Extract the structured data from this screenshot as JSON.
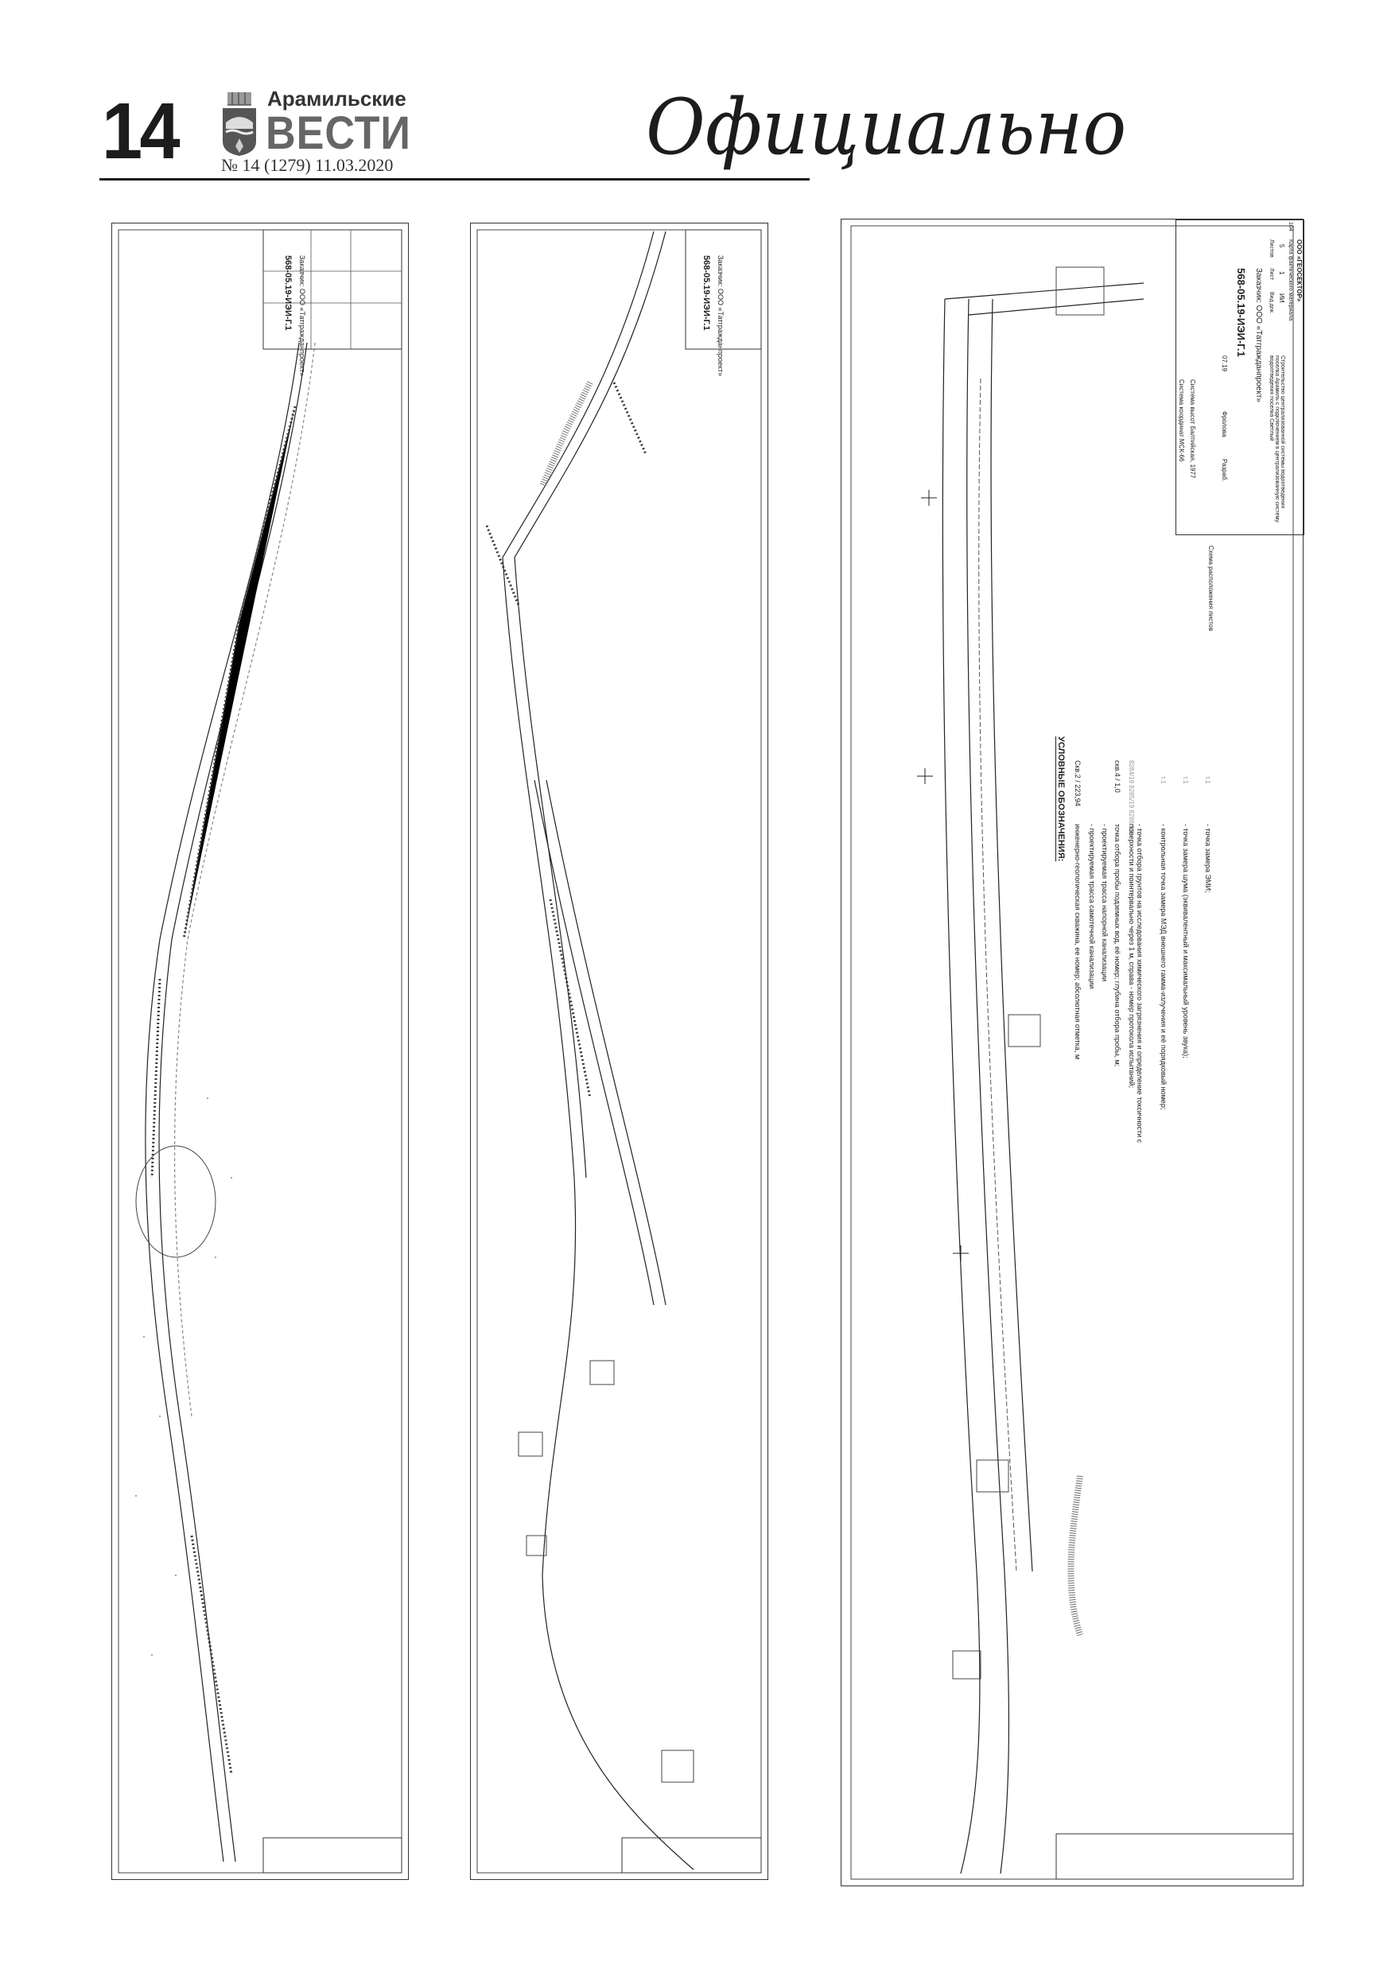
{
  "header": {
    "page_number": "14",
    "logo_top": "Арамильские",
    "logo_main": "ВЕСТИ",
    "issue": "№ 14 (1279) 11.03.2020",
    "section": "Официально"
  },
  "panels": [
    {
      "sheet_label": "568-05.19-ИЭИ-Г.1",
      "customer": "Заказчик: ООО «Татгражданпроект»"
    },
    {
      "sheet_label": "568-05.19-ИЭИ-Г.1",
      "customer": "Заказчик: ООО «Татгражданпроект»"
    },
    {
      "sheet_code": "568-05.19-ИЭИ-Г.1",
      "customer": "Заказчик: ООО «Татгражданпроект»",
      "sheet_number": "104",
      "coord_system": "Система координат МСК-66",
      "height_system": "Система высот Балтийская, 1977",
      "project": "Строительство централизованной системы водоотведения поселка Арамиль с подключением в централизованную систему водоотведения поселка Светлый",
      "doc_type_header": "Вид док.",
      "doc_type": "ИИ",
      "sheet_header": "Лист",
      "sheet": "1",
      "sheets_header": "Листов",
      "sheets": "5",
      "developer_role": "Разраб.",
      "developer": "Фролова",
      "date": "07.19",
      "company": "ООО «ГЕОСЕКТОР»",
      "map_title": "Карта фактического материала",
      "layout_scheme": "Схема расположения листов",
      "legend": {
        "title": "УСЛОВНЫЕ ОБОЗНАЧЕНИЯ:",
        "items": [
          {
            "symbol": "Скв.2 / 223,94",
            "text": "инженерно-геологическая скважина, ее номер; абсолютная отметка, м"
          },
          {
            "symbol": "",
            "text": "- проектируемая трасса самотечной канализации"
          },
          {
            "symbol": "",
            "text": "- проектируемая трасса напорной канализации"
          },
          {
            "symbol": "скв.4 / 1,0",
            "text": "точка отбора пробы подземных вод, её номер; глубина отбора пробы, м;"
          },
          {
            "symbol": "8284/19 8285/19 8286/19",
            "text": "- точка отбора грунтов на исследования химического загрязнения и определение токсичности с поверхности и поинтервально через 1 м, справа - номер протокола испытаний;"
          },
          {
            "symbol": "т.1",
            "text": "- контрольная точка замера МЭД внешнего гамма-излучения и её порядковый номер;"
          },
          {
            "symbol": "т.1",
            "text": "- точка замера шума (эквивалентный и максимальный уровень звука);"
          },
          {
            "symbol": "т.1",
            "text": "- точка замера ЭМИ;"
          }
        ]
      }
    }
  ]
}
